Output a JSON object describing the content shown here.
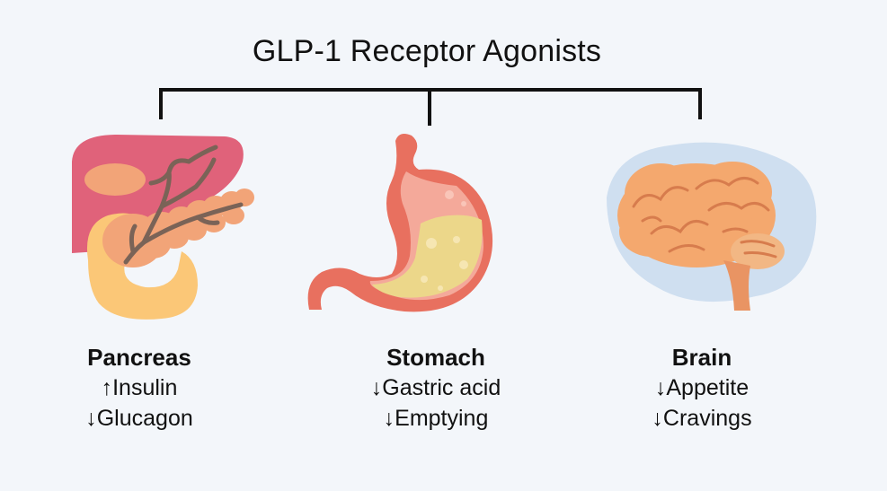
{
  "title": "GLP-1 Receptor Agonists",
  "organs": [
    {
      "name": "Pancreas",
      "effects": [
        "↑Insulin",
        "↓Glucagon"
      ],
      "icon": "pancreas-icon"
    },
    {
      "name": "Stomach",
      "effects": [
        "↓Gastric acid",
        "↓Emptying"
      ],
      "icon": "stomach-icon"
    },
    {
      "name": "Brain",
      "effects": [
        "↓Appetite",
        "↓Cravings"
      ],
      "icon": "brain-icon"
    }
  ],
  "colors": {
    "background": "#f3f6fa",
    "bracket": "#111111",
    "liver": "#e0627a",
    "pancreas": "#f2a478",
    "duodenum": "#fbc777",
    "duct": "#7a6357",
    "stomach": "#e8705f",
    "stomach_content": "#ecd78a",
    "brain": "#f4a86e",
    "brain_halo": "#cfdff0"
  }
}
